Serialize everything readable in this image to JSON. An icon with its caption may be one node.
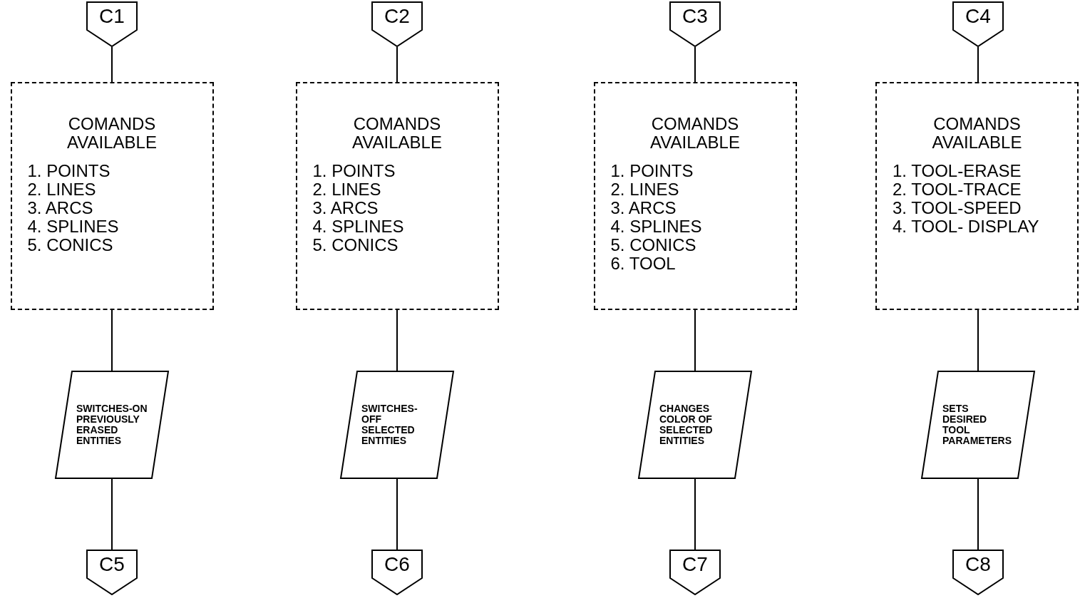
{
  "diagram": {
    "nodes": [
      {
        "text": [
          "C1"
        ]
      },
      {
        "text": [
          "C2"
        ]
      },
      {
        "text": [
          "C3"
        ]
      },
      {
        "text": [
          "C4"
        ]
      },
      {
        "text": [
          "COMANDS AVAILABLE",
          "1. POINTS",
          "2. LINES",
          "3. ARCS",
          "4. SPLINES",
          "5. CONICS"
        ]
      },
      {
        "text": [
          "COMANDS AVAILABLE",
          "1. POINTS",
          "2. LINES",
          "3. ARCS",
          "4. SPLINES",
          "5. CONICS"
        ]
      },
      {
        "text": [
          "COMANDS AVAILABLE",
          "1. POINTS",
          "2. LINES",
          "3. ARCS",
          "4. SPLINES",
          "5. CONICS",
          "6. TOOL"
        ]
      },
      {
        "text": [
          "COMANDS AVAILABLE",
          "1. TOOL-ERASE",
          "2. TOOL-TRACE",
          "3. TOOL-SPEED",
          "4. TOOL- DISPLAY"
        ]
      },
      {
        "text": [
          "SWITCHES-ON PREVIOUSLY ERASED ENTITIES"
        ]
      },
      {
        "text": [
          "SWITCHES-OFF SELECTED ENTITIES"
        ]
      },
      {
        "text": [
          "CHANGES COLOR OF SELECTED ENTITIES"
        ]
      },
      {
        "text": [
          "SETS DESIRED TOOL PARAMETERS"
        ]
      },
      {
        "text": [
          "C5"
        ]
      },
      {
        "text": [
          "C6"
        ]
      },
      {
        "text": [
          "C7"
        ]
      },
      {
        "text": [
          "C8"
        ]
      }
    ],
    "edges": [
      {
        "from": 0,
        "to": 4,
        "arrow": "none"
      },
      {
        "from": 4,
        "to": 8,
        "arrow": "none"
      },
      {
        "from": 8,
        "to": 12,
        "arrow": "none"
      },
      {
        "from": 1,
        "to": 5,
        "arrow": "none"
      },
      {
        "from": 5,
        "to": 9,
        "arrow": "none"
      },
      {
        "from": 9,
        "to": 13,
        "arrow": "none"
      },
      {
        "from": 2,
        "to": 6,
        "arrow": "none"
      },
      {
        "from": 6,
        "to": 10,
        "arrow": "none"
      },
      {
        "from": 10,
        "to": 14,
        "arrow": "none"
      },
      {
        "from": 3,
        "to": 7,
        "arrow": "none"
      },
      {
        "from": 7,
        "to": 11,
        "arrow": "none"
      },
      {
        "from": 11,
        "to": 15,
        "arrow": "none"
      }
    ]
  }
}
